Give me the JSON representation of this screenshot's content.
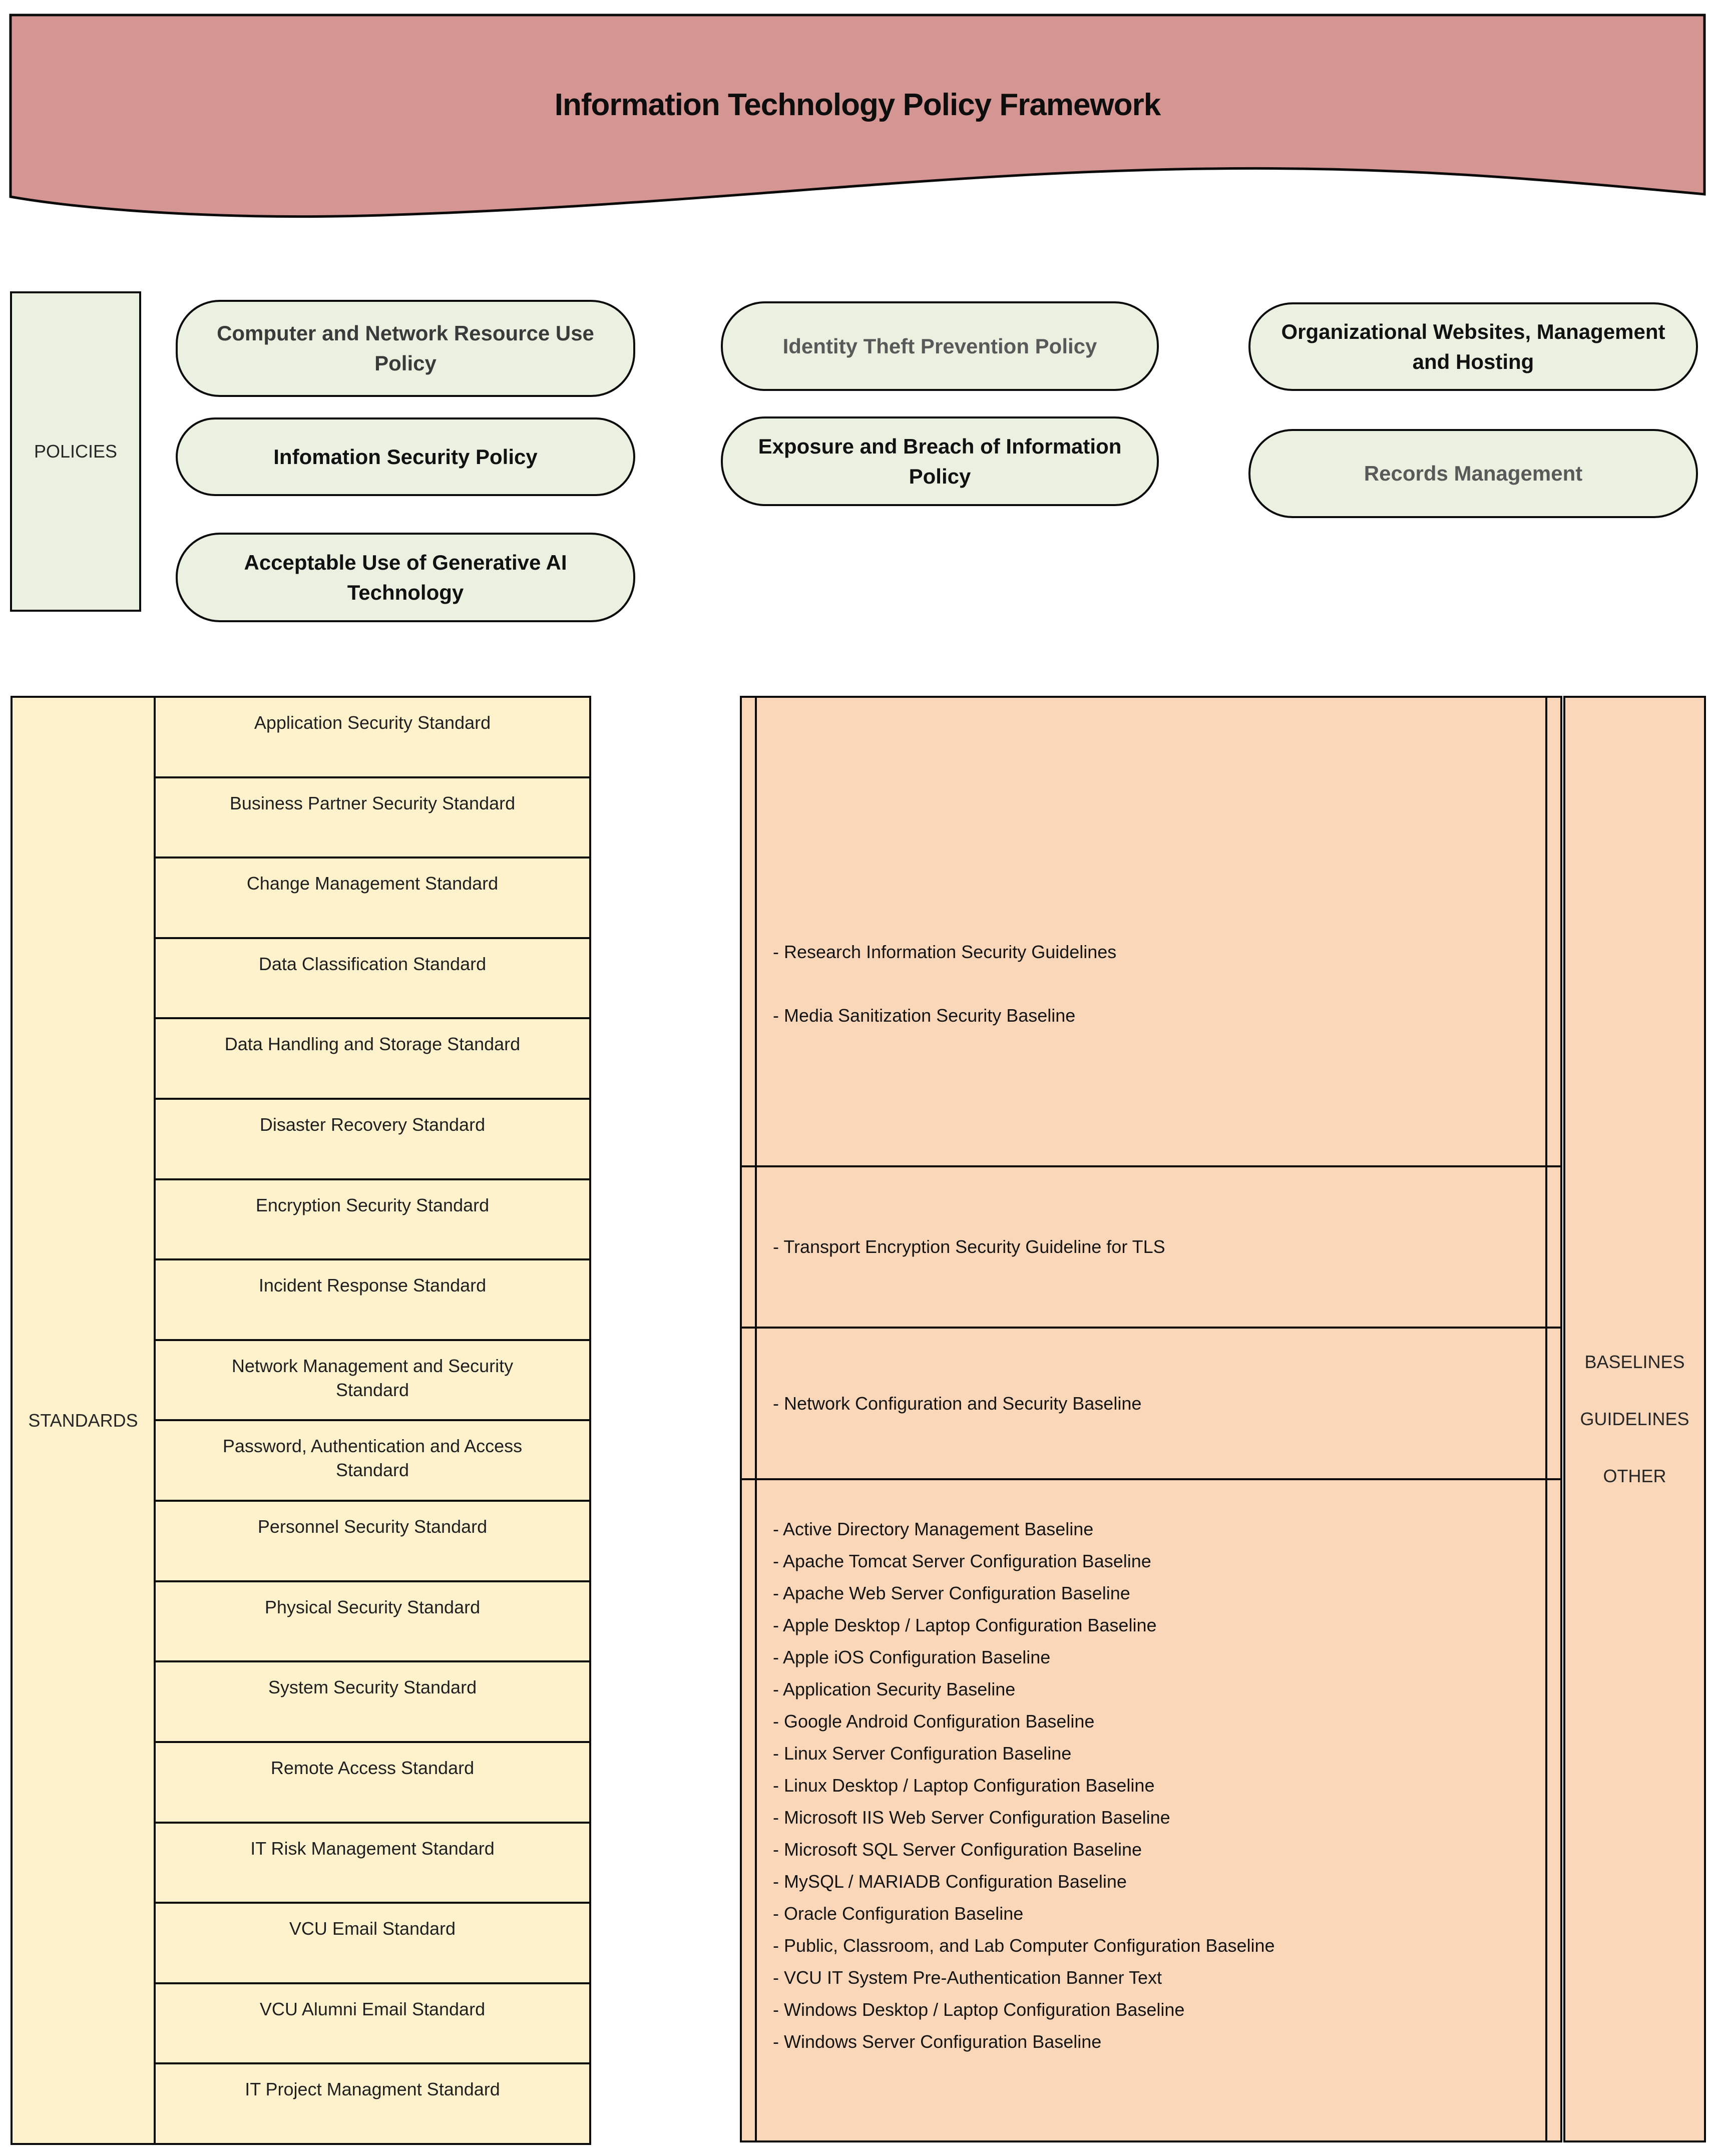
{
  "title": "Information Technology Policy Framework",
  "colors": {
    "banner_fill": "#D59592",
    "policy_fill": "#EAF1E0",
    "standards_fill": "#FEF2CD",
    "baseline_fill": "#FAD7B8",
    "border": "#0B0B0B",
    "muted_text": "#595959"
  },
  "policies": {
    "label": "POLICIES",
    "items": [
      {
        "label": "Computer and Network Resource Use\nPolicy"
      },
      {
        "label": "Infomation Security Policy"
      },
      {
        "label": "Acceptable Use of Generative AI\nTechnology"
      },
      {
        "label": "Identity Theft Prevention Policy"
      },
      {
        "label": "Exposure and Breach of Information\nPolicy"
      },
      {
        "label": "Organizational Websites, Management\nand Hosting"
      },
      {
        "label": "Records Management"
      }
    ]
  },
  "standards": {
    "label": "STANDARDS",
    "items": [
      "Application Security Standard",
      "Business Partner Security Standard",
      "Change Management Standard",
      "Data Classification Standard",
      "Data Handling and Storage Standard",
      "Disaster Recovery Standard",
      "Encryption Security Standard",
      "Incident Response Standard",
      "Network Management and Security\nStandard",
      "Password, Authentication and Access\nStandard",
      "Personnel Security Standard",
      "Physical Security Standard",
      "System Security Standard",
      "Remote Access Standard",
      "IT Risk Management Standard",
      "VCU Email Standard",
      "VCU Alumni Email Standard",
      "IT Project Managment Standard"
    ]
  },
  "baselines": {
    "rows": [
      {
        "items": [
          "- Research Information Security Guidelines",
          "- Media Sanitization Security Baseline"
        ]
      },
      {
        "items": [
          "- Transport Encryption Security Guideline for TLS"
        ]
      },
      {
        "items": [
          "- Network Configuration and Security Baseline"
        ]
      },
      {
        "items": [
          "- Active Directory Management Baseline",
          "- Apache Tomcat Server Configuration Baseline",
          "- Apache Web Server Configuration Baseline",
          "- Apple Desktop / Laptop Configuration Baseline",
          "- Apple iOS Configuration Baseline",
          "- Application Security Baseline",
          "- Google Android Configuration Baseline",
          "- Linux Server Configuration Baseline",
          "- Linux Desktop / Laptop Configuration Baseline",
          "- Microsoft IIS Web Server Configuration Baseline",
          "- Microsoft SQL Server Configuration Baseline",
          "- MySQL / MARIADB Configuration Baseline",
          "- Oracle Configuration Baseline",
          "- Public, Classroom, and Lab Computer Configuration Baseline",
          "- VCU IT System Pre-Authentication Banner Text",
          "- Windows Desktop / Laptop Configuration Baseline",
          "- Windows Server Configuration Baseline"
        ]
      }
    ]
  },
  "right_column": {
    "labels": [
      "BASELINES",
      "GUIDELINES",
      "OTHER"
    ]
  }
}
